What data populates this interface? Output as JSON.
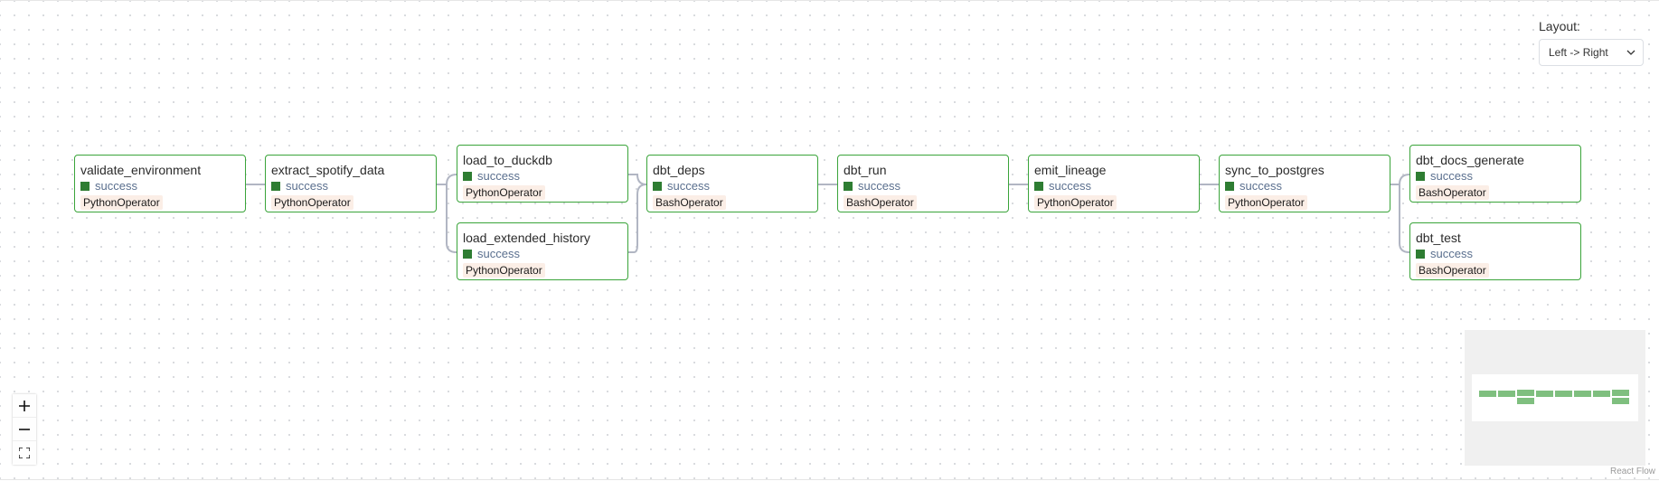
{
  "layout": {
    "label": "Layout:",
    "selected": "Left -> Right"
  },
  "status_color": "#2e7d32",
  "node_border_color": "#3aa43a",
  "nodes": [
    {
      "title": "validate_environment",
      "status": "success",
      "operator": "PythonOperator"
    },
    {
      "title": "extract_spotify_data",
      "status": "success",
      "operator": "PythonOperator"
    },
    {
      "title": "load_to_duckdb",
      "status": "success",
      "operator": "PythonOperator"
    },
    {
      "title": "load_extended_history",
      "status": "success",
      "operator": "PythonOperator"
    },
    {
      "title": "dbt_deps",
      "status": "success",
      "operator": "BashOperator"
    },
    {
      "title": "dbt_run",
      "status": "success",
      "operator": "BashOperator"
    },
    {
      "title": "emit_lineage",
      "status": "success",
      "operator": "PythonOperator"
    },
    {
      "title": "sync_to_postgres",
      "status": "success",
      "operator": "PythonOperator"
    },
    {
      "title": "dbt_docs_generate",
      "status": "success",
      "operator": "BashOperator"
    },
    {
      "title": "dbt_test",
      "status": "success",
      "operator": "BashOperator"
    }
  ],
  "controls": {
    "zoom_in_icon": "plus-icon",
    "zoom_out_icon": "minus-icon",
    "fit_view_icon": "fit-view-icon"
  },
  "attribution": "React Flow"
}
